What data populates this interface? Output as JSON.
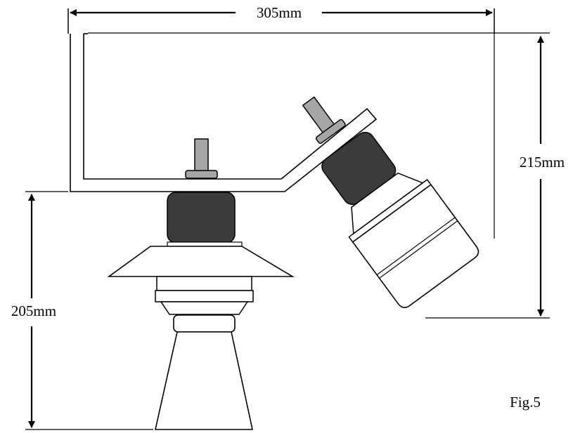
{
  "dimensions": {
    "width_label": "305mm",
    "bracket_height_label": "215mm",
    "sensor_height_label": "205mm"
  },
  "figure_label": "Fig.5",
  "colors": {
    "line": "#000000",
    "dark_housing": "#3b3b3b",
    "stud": "#a6a6a6",
    "background": "#ffffff"
  }
}
